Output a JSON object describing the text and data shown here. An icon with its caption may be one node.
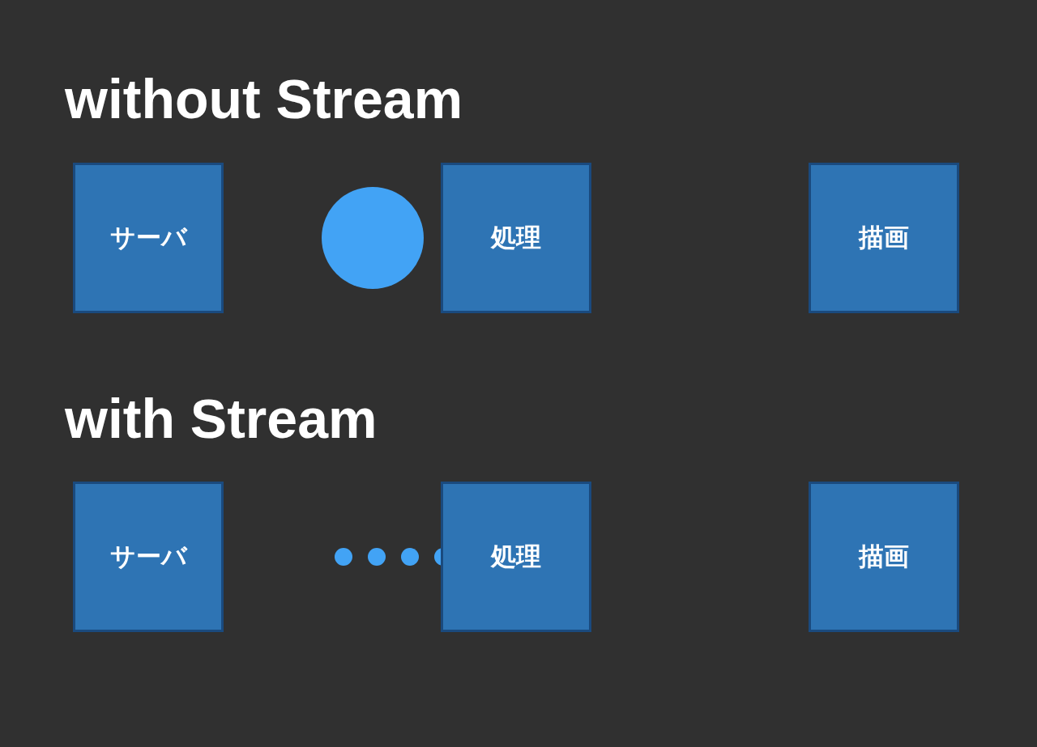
{
  "diagram": {
    "nodes": [
      {
        "text": [
          "サーバ"
        ]
      },
      {
        "text": [],
        "shape": "circle"
      },
      {
        "text": [
          "処理"
        ]
      },
      {
        "text": [
          "描画"
        ]
      },
      {
        "text": [
          "サーバ"
        ]
      },
      {
        "text": [],
        "shape": "circle"
      },
      {
        "text": [],
        "shape": "circle"
      },
      {
        "text": [],
        "shape": "circle"
      },
      {
        "text": [],
        "shape": "circle"
      },
      {
        "text": [
          "処理"
        ]
      },
      {
        "text": [
          "描画"
        ]
      }
    ],
    "labels": [
      "without Stream",
      "with Stream"
    ]
  }
}
